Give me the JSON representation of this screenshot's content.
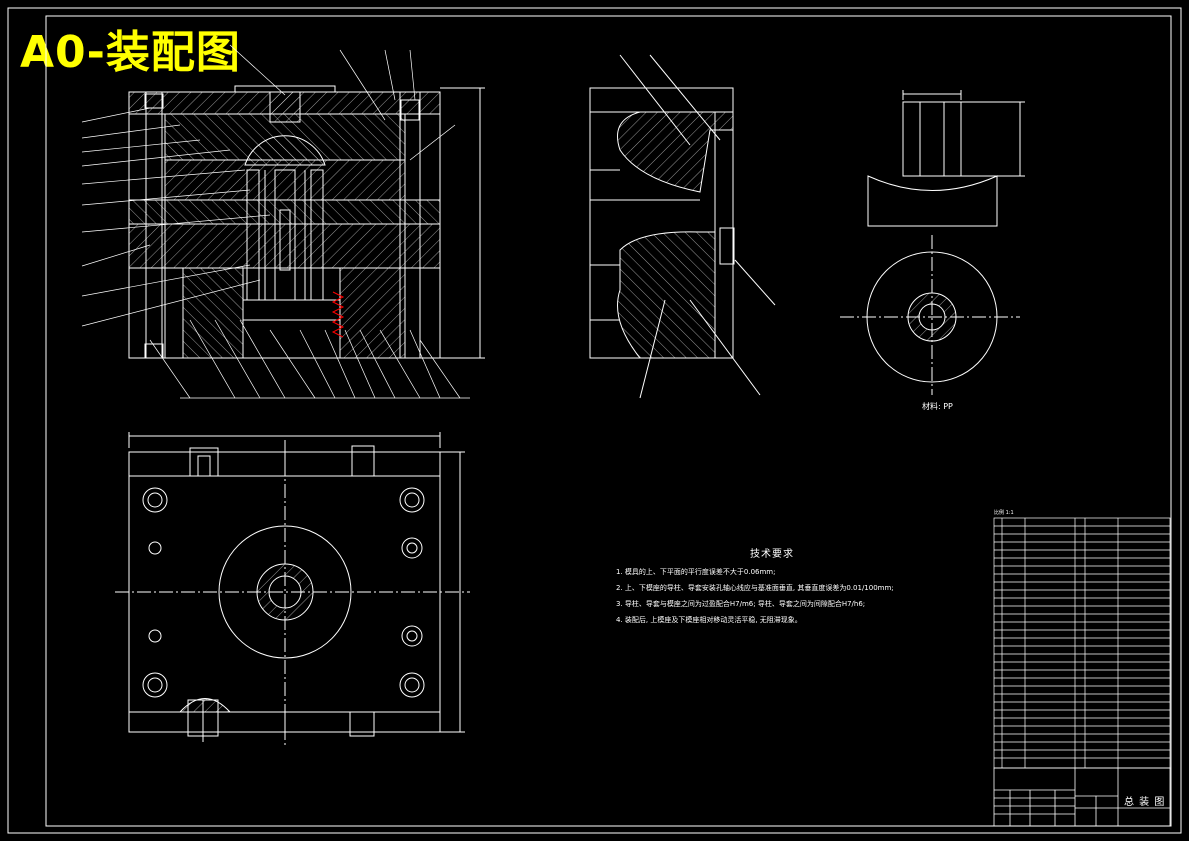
{
  "drawing": {
    "title": "A0-装配图",
    "technical_requirements": {
      "heading": "技术要求",
      "items": [
        "1. 模具的上、下平面的平行度误差不大于0.06mm;",
        "2. 上、下模座的导柱、导套安装孔轴心线应与基准面垂直, 其垂直度误差为0.01/100mm;",
        "3. 导柱、导套与模座之间为过盈配合H7/m6; 导柱、导套之间为间隙配合H7/h6;",
        "4. 装配后, 上模座及下模座相对移动灵活平稳, 无阻滞现象。"
      ]
    },
    "material_label": "材料: PP",
    "scale_note": "比例 1:1",
    "title_block_name": "总 装 图"
  },
  "colors": {
    "title": "#ffff00",
    "line": "#ffffff",
    "accent": "#ff0000",
    "background": "#000000"
  }
}
